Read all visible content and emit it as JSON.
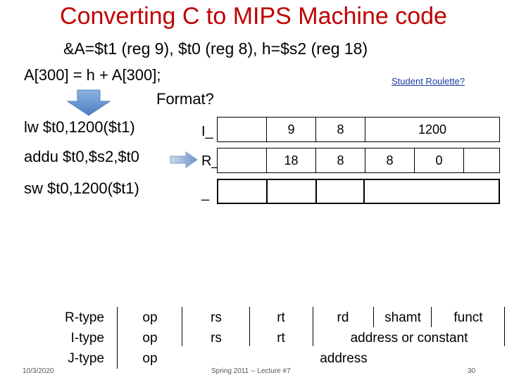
{
  "slide": {
    "title": "Converting C to MIPS Machine code",
    "subtitle": "&A=$t1 (reg 9), $t0 (reg 8), h=$s2 (reg 18)",
    "c_statement": "A[300] = h + A[300];",
    "format_question": "Format?",
    "link_text": "Student Roulette?",
    "instructions": [
      {
        "asm": "lw $t0,1200($t1)",
        "format": "I_"
      },
      {
        "asm": "addu $t0,$s2,$t0",
        "format": "R_"
      },
      {
        "asm": "sw $t0,1200($t1)",
        "format": "_"
      }
    ],
    "encoding_rows": [
      [
        "9",
        "8",
        "1200"
      ],
      [
        "18",
        "8",
        "8",
        "0"
      ],
      [
        "",
        "",
        "",
        ""
      ]
    ],
    "legend": {
      "types": [
        "R-type",
        "I-type",
        "J-type"
      ],
      "op": [
        "op",
        "op",
        "op"
      ],
      "rs": [
        "rs",
        "rs"
      ],
      "rt": [
        "rt",
        "rt"
      ],
      "r_rest": {
        "rd": "rd",
        "shamt": "shamt",
        "funct": "funct"
      },
      "i_rest": "address or constant",
      "j_rest": "address"
    },
    "footer": {
      "date": "10/3/2020",
      "course": "Spring 2011 -- Lecture #7",
      "page": "30"
    },
    "colors": {
      "title": "#c00000",
      "arrow": "#5b9bd5",
      "link": "#1a3b9c"
    }
  }
}
